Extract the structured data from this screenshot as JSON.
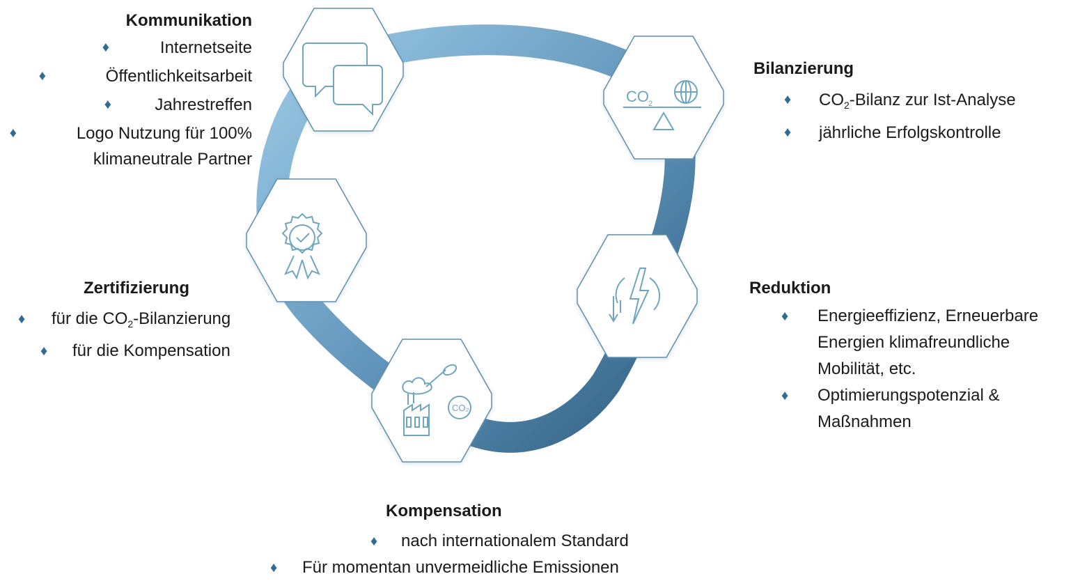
{
  "colors": {
    "ring_light": "#8dbddc",
    "ring_dark": "#3d6f91",
    "hex_border": "#5e8fb0",
    "icon_stroke": "#6fa6bf",
    "bullet": "#2f6b95"
  },
  "bullet_glyph": "♦",
  "nodes": [
    {
      "id": "kommunikation",
      "icon": "chat-bubbles-icon"
    },
    {
      "id": "bilanzierung",
      "icon": "co2-balance-globe-icon"
    },
    {
      "id": "reduktion",
      "icon": "energy-lightning-icon"
    },
    {
      "id": "kompensation",
      "icon": "factory-co2-capture-icon"
    },
    {
      "id": "zertifizierung",
      "icon": "certificate-rosette-icon"
    }
  ],
  "icon_labels": {
    "co2": "CO",
    "co2_sub": "2",
    "co2_small": "CO₂"
  },
  "kommunikation": {
    "title": "Kommunikation",
    "items": [
      "Internetseite",
      "Öffentlichkeitsarbeit",
      "Jahrestreffen",
      "Logo Nutzung für 100%",
      "klimaneutrale Partner"
    ]
  },
  "bilanzierung": {
    "title": "Bilanzierung",
    "item1_pre": "CO",
    "item1_sub": "2",
    "item1_post": "-Bilanz zur Ist-Analyse",
    "item2": "jährliche Erfolgskontrolle"
  },
  "reduktion": {
    "title": "Reduktion",
    "item1_line1": "Energieeffizienz, Erneuerbare",
    "item1_line2": "Energien klimafreundliche",
    "item1_line3": "Mobilität, etc.",
    "item2_line1": "Optimierungspotenzial &",
    "item2_line2": "Maßnahmen"
  },
  "zertifizierung": {
    "title": "Zertifizierung",
    "item1_pre": "für die CO",
    "item1_sub": "2",
    "item1_post": "-Bilanzierung",
    "item2": "für die Kompensation"
  },
  "kompensation": {
    "title": "Kompensation",
    "item1": "nach internationalem Standard",
    "item2": "Für momentan unvermeidliche Emissionen"
  }
}
